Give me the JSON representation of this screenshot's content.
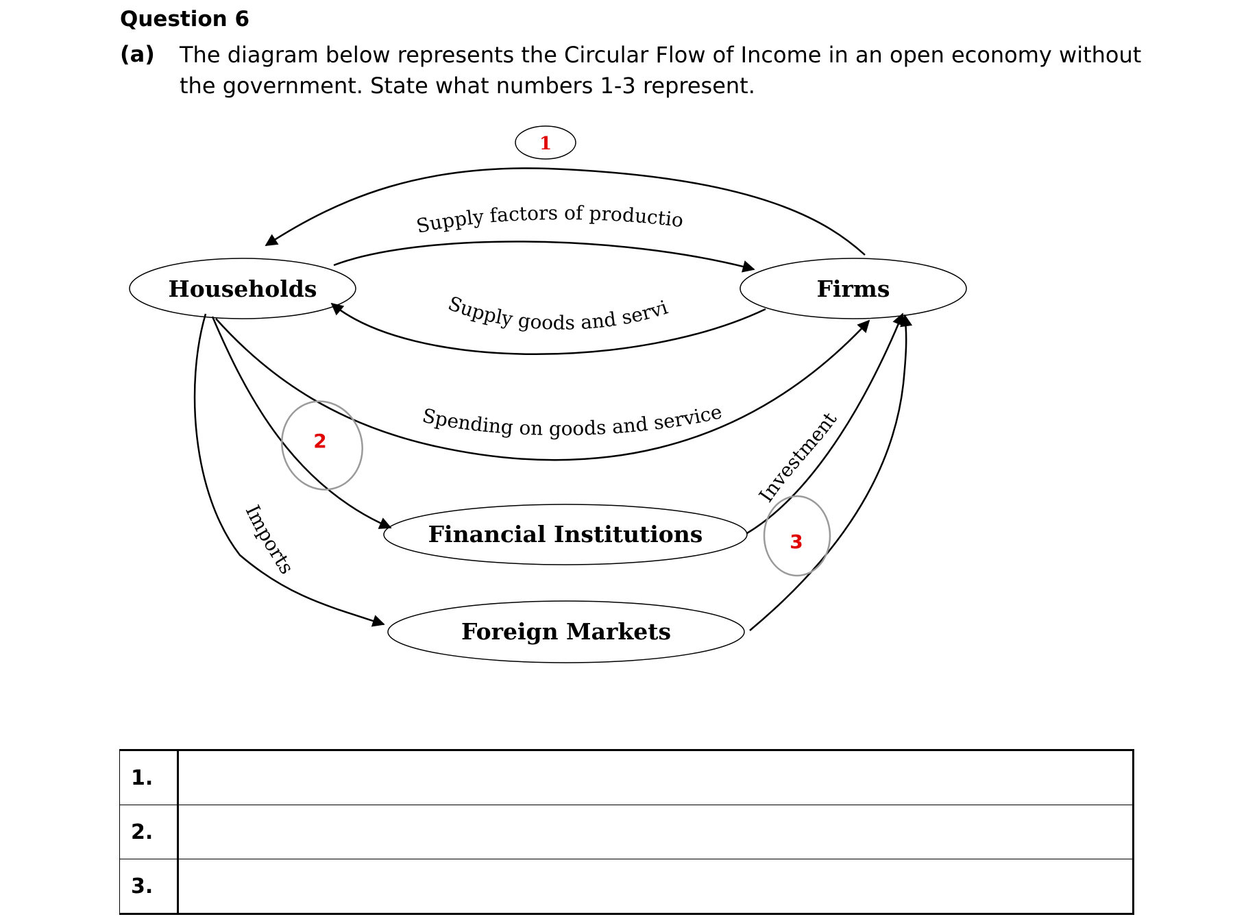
{
  "question": {
    "title": "Question 6",
    "part": "(a)",
    "text": "The diagram below represents the Circular Flow of Income in an open economy without the government. State what numbers 1-3 represent."
  },
  "diagram": {
    "nodes": {
      "households": "Households",
      "firms": "Firms",
      "financial": "Financial Institutions",
      "foreign": "Foreign Markets"
    },
    "flows": {
      "supply_factors": "Supply factors of production",
      "supply_goods": "Supply goods and services",
      "spending": "Spending on goods and services",
      "imports": "Imports",
      "investments": "Investments"
    },
    "markers": [
      "1",
      "2",
      "3"
    ],
    "colors": {
      "marker_text": "#e00000",
      "marker_outline": "#9a9a9a",
      "line": "#000000"
    }
  },
  "answers": {
    "rows": [
      {
        "label": "1.",
        "value": ""
      },
      {
        "label": "2.",
        "value": ""
      },
      {
        "label": "3.",
        "value": ""
      }
    ]
  }
}
